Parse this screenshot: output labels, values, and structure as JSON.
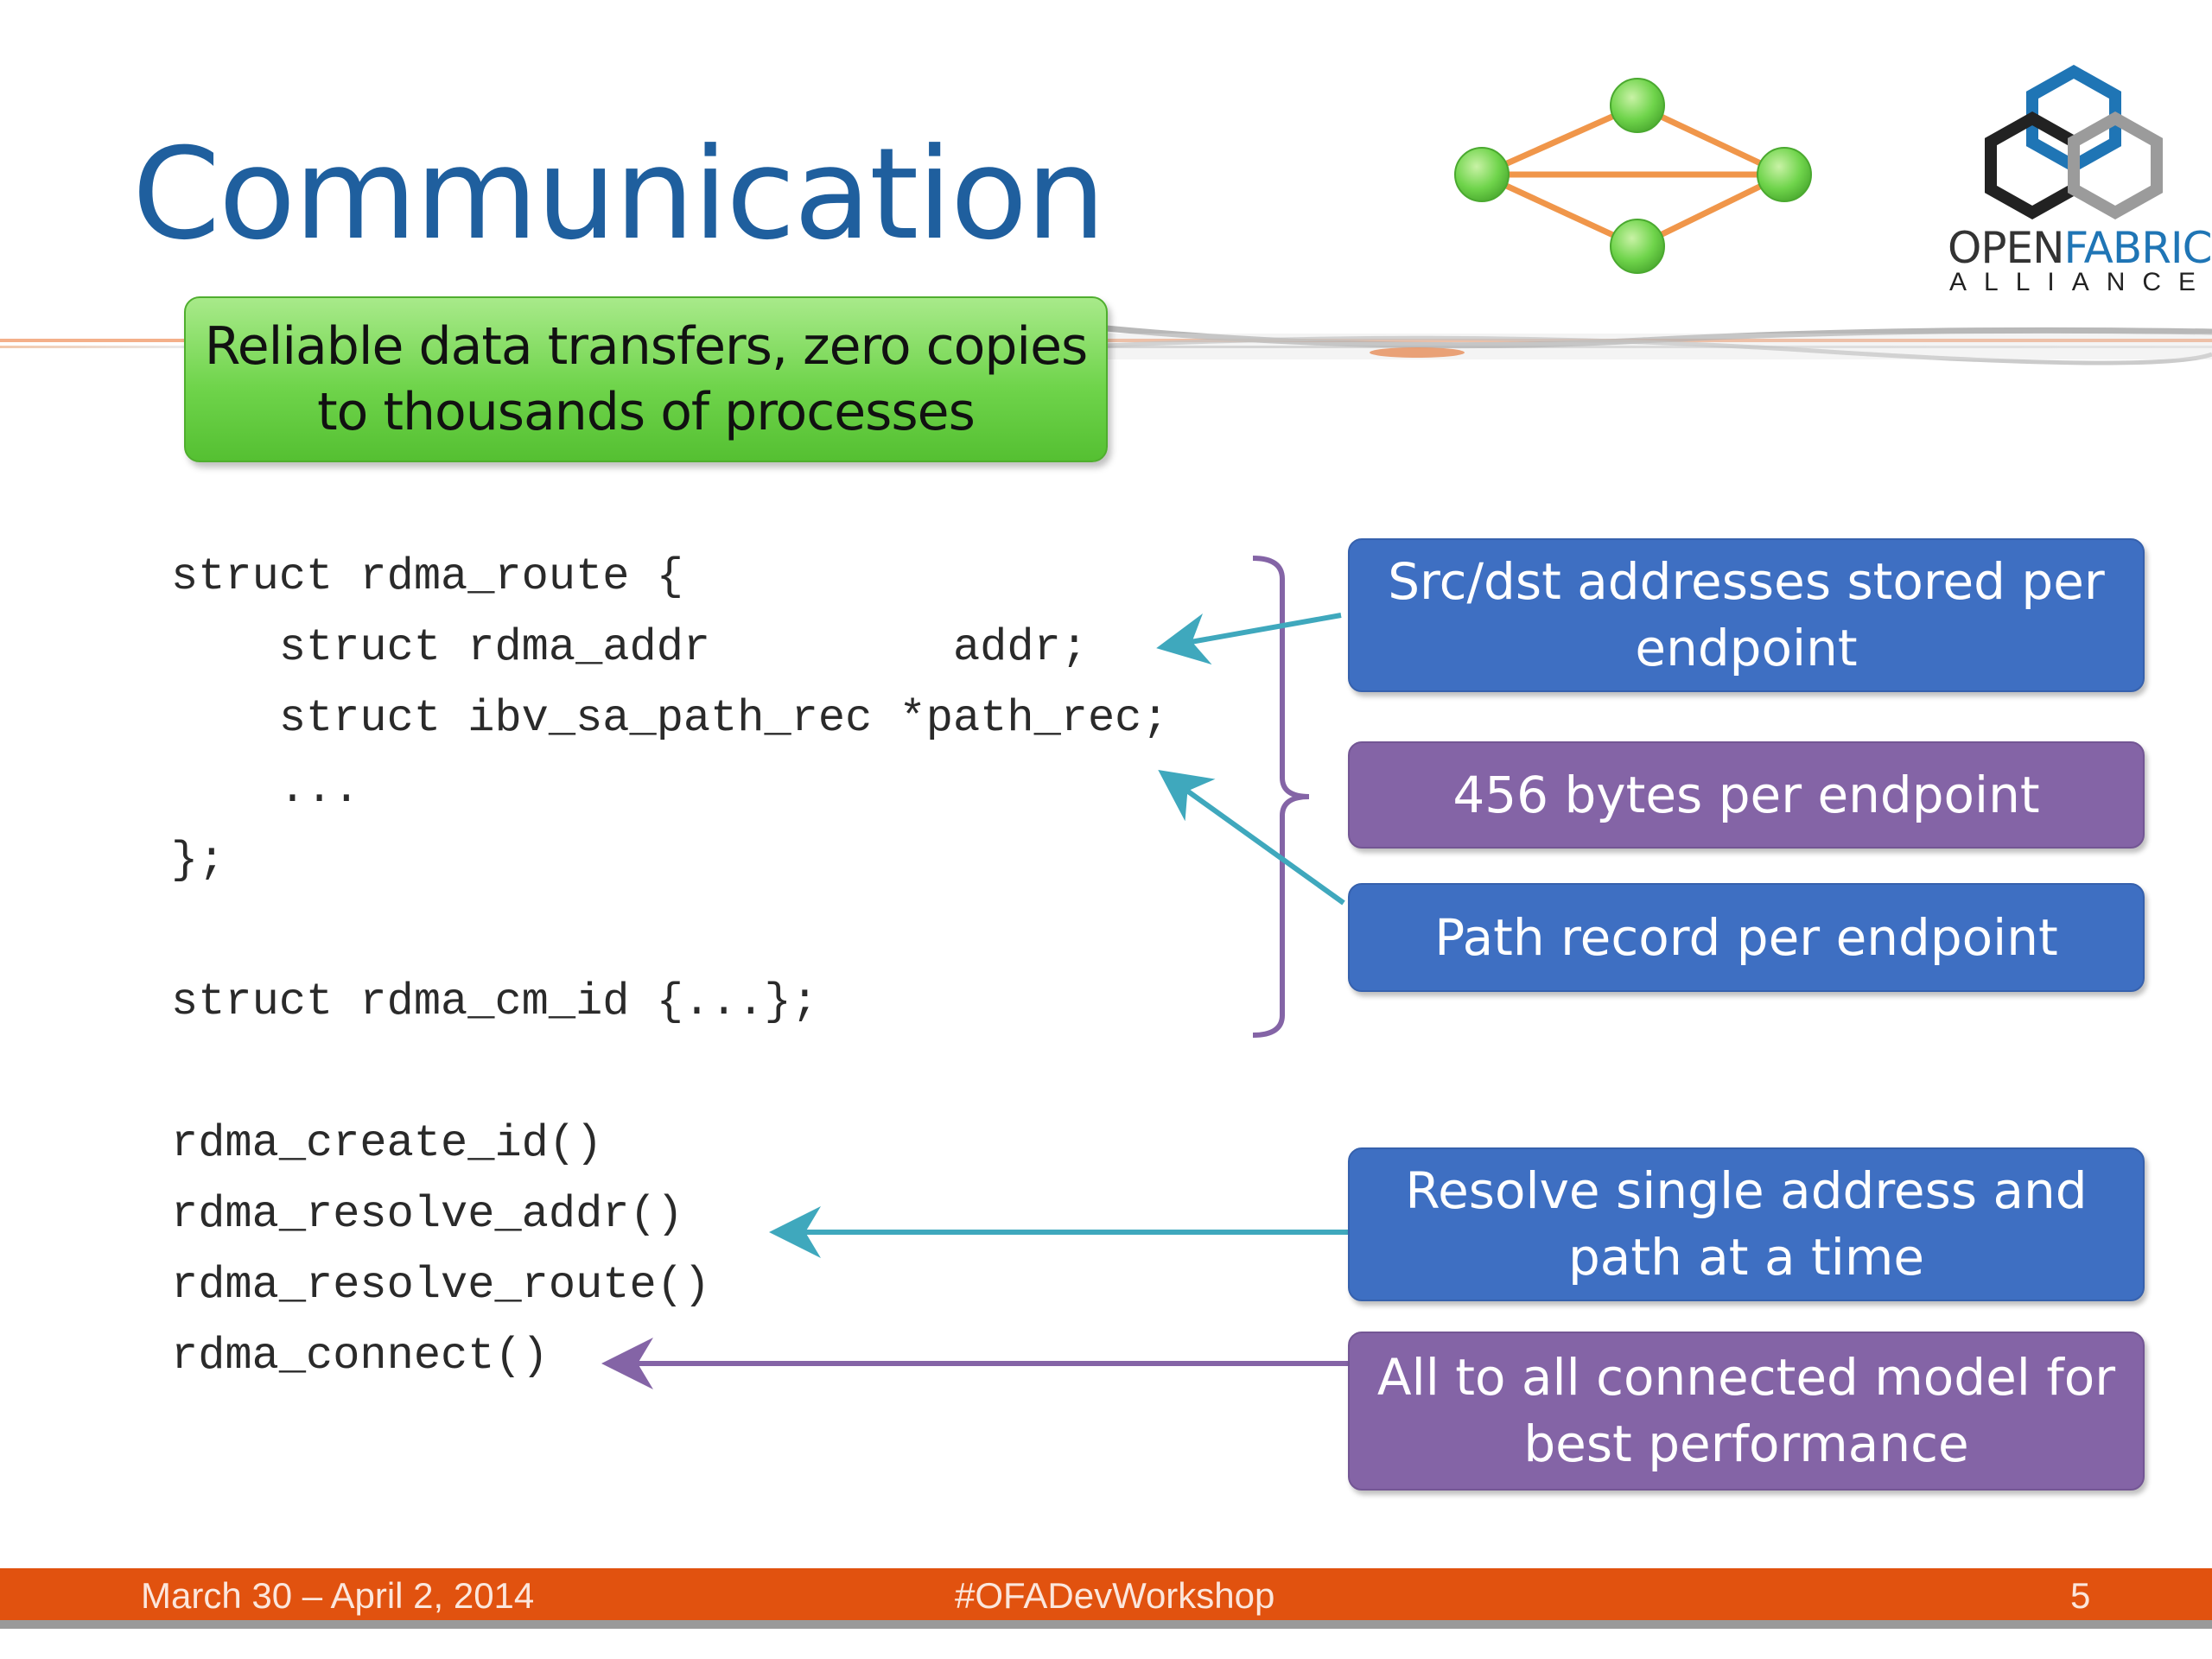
{
  "slide": {
    "title": "Communication",
    "logo": {
      "name_part1": "OPEN",
      "name_part2": "FABRICS",
      "subtitle": "ALLIANCE"
    },
    "summary_callout": "Reliable data transfers, zero copies to thousands of processes",
    "code_lines": [
      "struct rdma_route {",
      "    struct rdma_addr         addr;",
      "    struct ibv_sa_path_rec *path_rec;",
      "    ...",
      "};",
      "struct rdma_cm_id {...};",
      "rdma_create_id()",
      "rdma_resolve_addr()",
      "rdma_resolve_route()",
      "rdma_connect()"
    ],
    "callouts": [
      {
        "text": "Src/dst addresses stored per endpoint",
        "color": "#3e6fc2"
      },
      {
        "text": "456 bytes per endpoint",
        "color": "#8464a6"
      },
      {
        "text": "Path record per endpoint",
        "color": "#3e6fc2"
      },
      {
        "text": "Resolve single address and path at a time",
        "color": "#3e6fc2"
      },
      {
        "text": "All to all connected model for best performance",
        "color": "#8464a6"
      }
    ],
    "colors": {
      "title": "#1f5f9e",
      "footer": "#e1520f",
      "arrow_teal": "#3fa8bd",
      "arrow_purple": "#8464a6",
      "node_green": "#6fd44b",
      "edge_orange": "#f0964a"
    }
  },
  "footer": {
    "date": "March 30 – April 2, 2014",
    "hashtag": "#OFADevWorkshop",
    "page_number": "5"
  }
}
